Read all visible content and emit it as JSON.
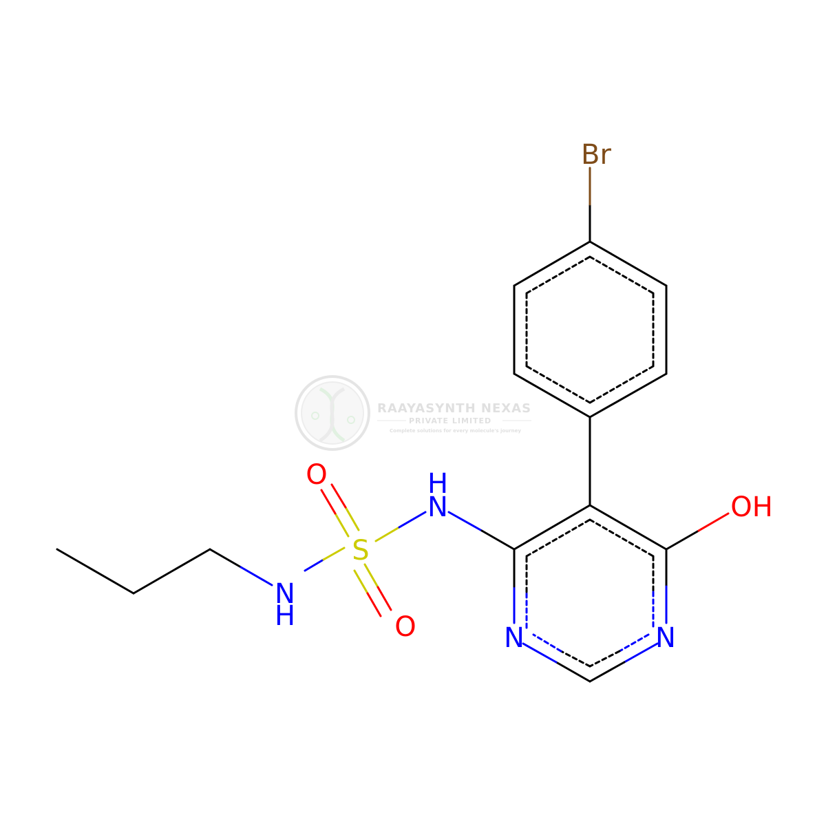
{
  "atoms": {
    "br": "Br",
    "oh": "OH",
    "o_top": "O",
    "o_bottom": "O",
    "s": "S",
    "nh_top_n": "N",
    "nh_top_h": "H",
    "nh_left_n": "N",
    "nh_left_h": "H",
    "n_ring_left": "N",
    "n_ring_right": "N"
  },
  "colors": {
    "carbon": "#000000",
    "nitrogen": "#0000ff",
    "oxygen": "#ff0000",
    "sulfur": "#cccc00",
    "bromine": "#7f4c19",
    "watermark": "#c8c8c8",
    "watermark_logo_green": "#bfe0bf"
  },
  "watermark": {
    "title": "RAAYASYNTH NEXAS",
    "subtitle": "PRIVATE LIMITED",
    "tagline": "Complete solutions for every molecule's journey"
  }
}
